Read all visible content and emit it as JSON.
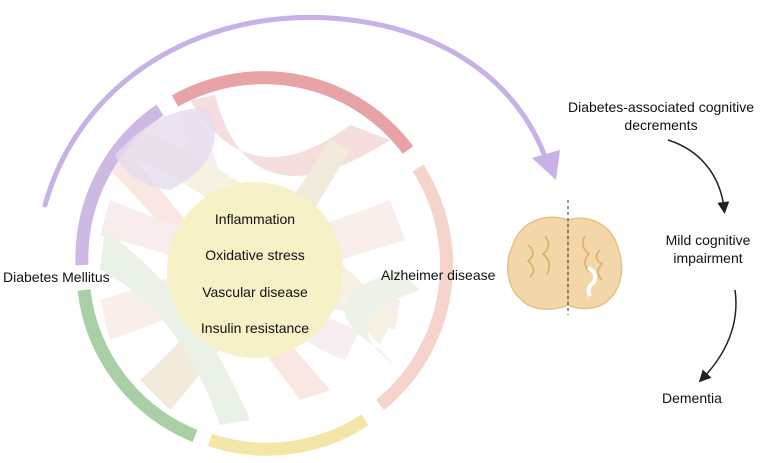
{
  "labels": {
    "left": "Diabetes Mellitus",
    "right": "Alzheimer disease"
  },
  "mechanisms": [
    "Inflammation",
    "Oxidative stress",
    "Vascular disease",
    "Insulin resistance"
  ],
  "progression": {
    "stage1_line1": "Diabetes-associated cognitive",
    "stage1_line2": "decrements",
    "stage2_line1": "Mild cognitive",
    "stage2_line2": "impairment",
    "stage3": "Dementia"
  },
  "colors": {
    "red": "#e8a3a6",
    "yellow": "#f3e6a6",
    "green": "#a9cfa6",
    "purple": "#cdb9e3",
    "peach": "#f6d3cb",
    "center": "#f7f1c7",
    "arrow": "#c8b1e6",
    "brain": "#f3d7a8"
  },
  "icons": [
    "arc-arrow-icon",
    "brain-icon",
    "curved-arrow-icon"
  ]
}
